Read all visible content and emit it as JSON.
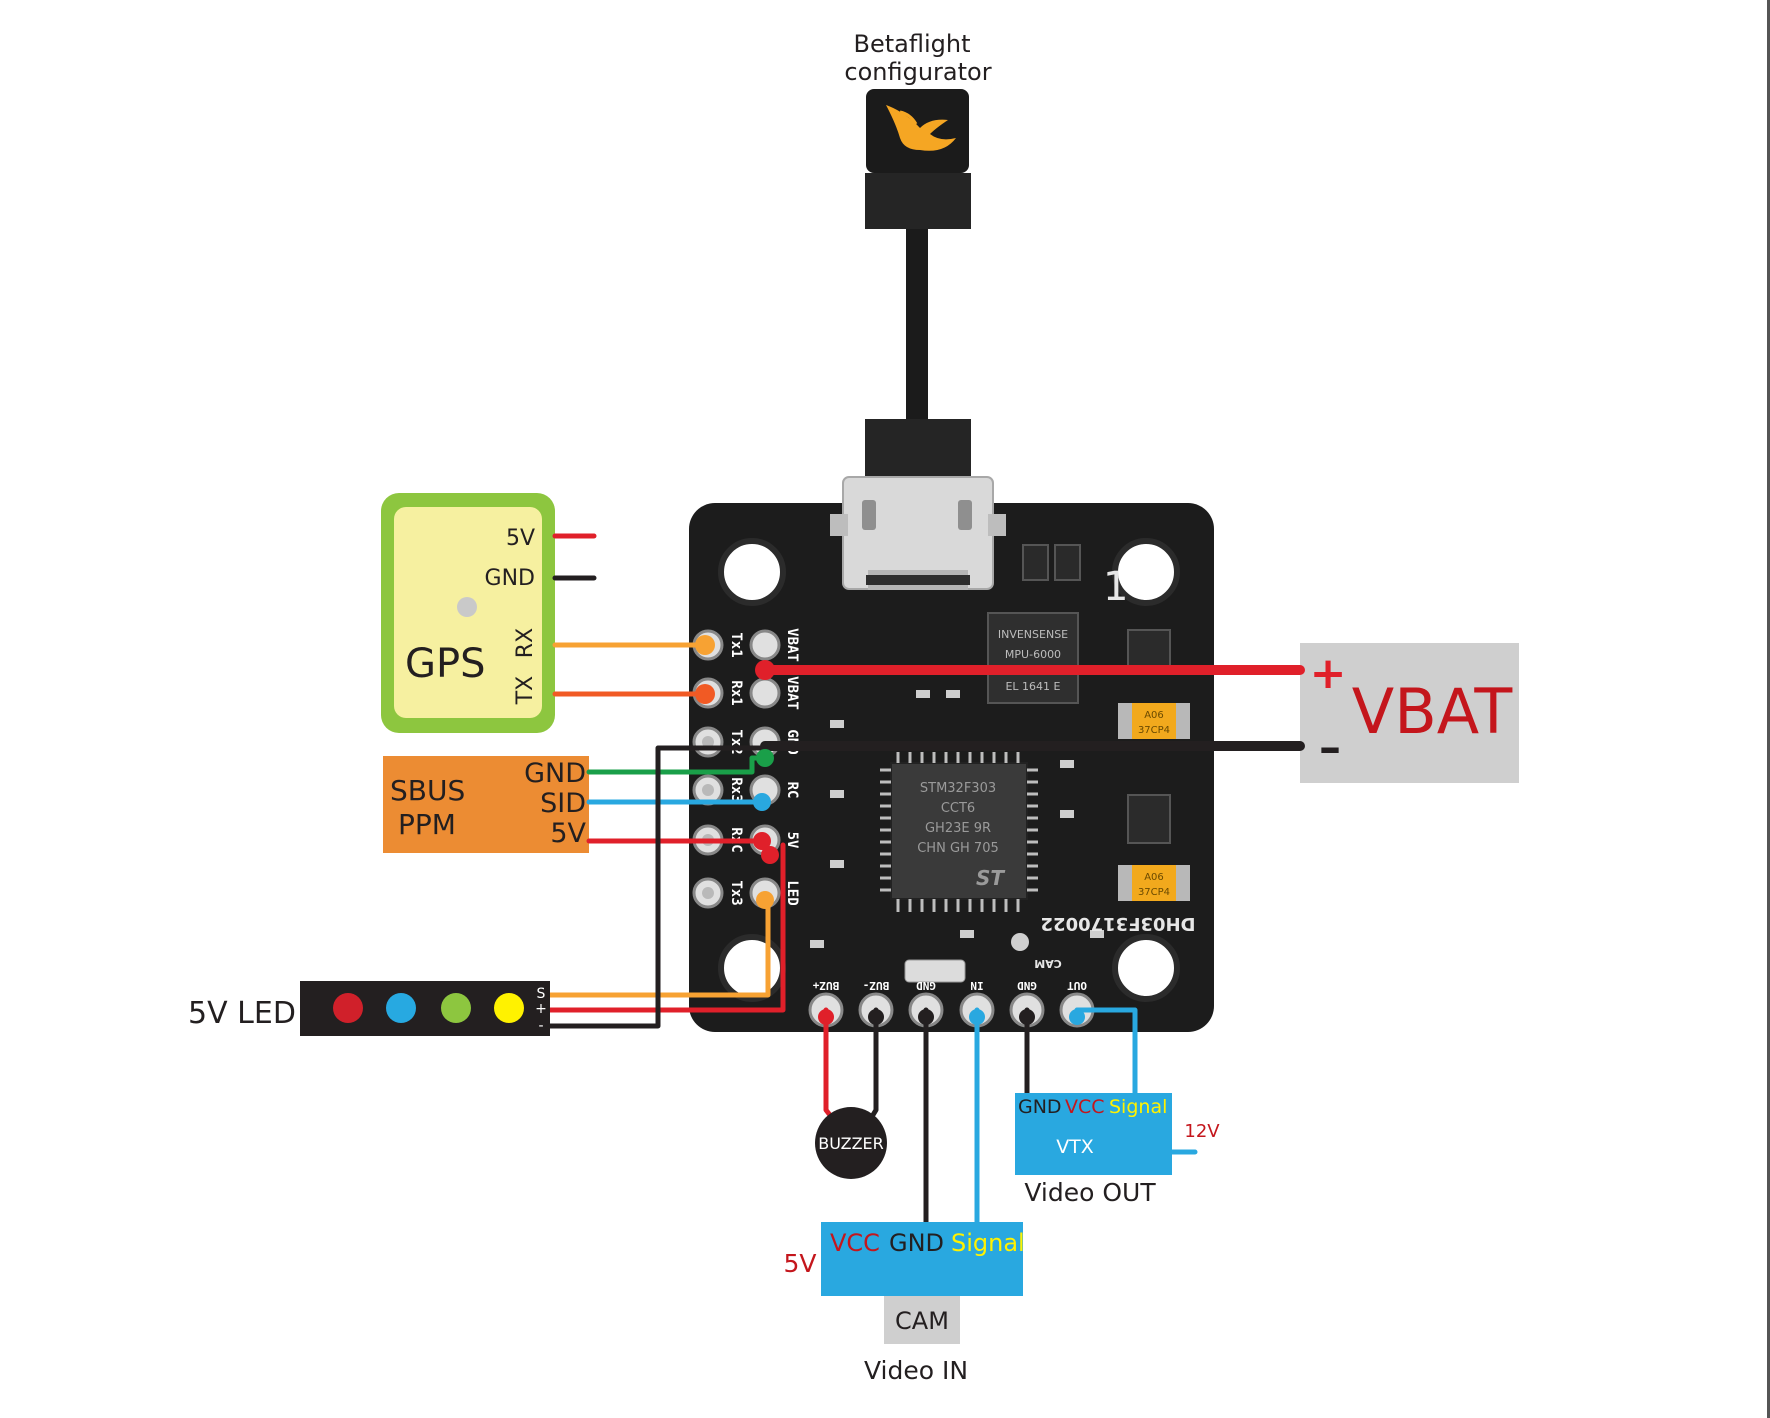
{
  "configurator": {
    "line1": "Betaflight",
    "line2": "configurator"
  },
  "gps": {
    "title": "GPS",
    "pin_5v": "5V",
    "pin_gnd": "GND",
    "pin_rx": "RX",
    "pin_tx": "TX"
  },
  "receiver": {
    "line1": "SBUS",
    "line2": "PPM",
    "pin_gnd": "GND",
    "pin_sid": "SID",
    "pin_5v": "5V"
  },
  "vbat": {
    "label": "VBAT",
    "plus": "+",
    "minus": "–"
  },
  "led": {
    "label": "5V LED",
    "pin_s": "S",
    "pin_plus": "+",
    "pin_minus": "-",
    "colors": [
      "#d0202a",
      "#27a9e1",
      "#8dc63f",
      "#fff200"
    ]
  },
  "board": {
    "left_pins": [
      "Tx1",
      "Rx1",
      "Tx2",
      "Rx3",
      "RxC",
      "Tx3"
    ],
    "right_pins": [
      "VBAT",
      "VBAT",
      "GND",
      "RC",
      "5V",
      "LED"
    ],
    "bottom_pins": [
      "BUZ+",
      "BUZ-",
      "GND",
      "IN",
      "GND",
      "OUT"
    ],
    "imu_line1": "INVENSENSE",
    "imu_line2": "MPU-6000",
    "imu_line3": "EL 1641 E",
    "mcu_line1": "STM32F303",
    "mcu_line2": "CCT6",
    "mcu_line3": "GH23E 9R",
    "mcu_line4": "CHN GH 705",
    "serial": "DH03F3170022",
    "cap_label": "A06",
    "cap_code": "37CP4",
    "cam_mark": "CAM",
    "arrow_mark": "1"
  },
  "buzzer": {
    "label": "BUZZER"
  },
  "vtx": {
    "gnd": "GND",
    "vcc": "VCC",
    "signal": "Signal",
    "title": "VTX",
    "voltage": "12V",
    "caption": "Video OUT"
  },
  "camera": {
    "vcc": "VCC",
    "gnd": "GND",
    "signal": "Signal",
    "title": "CAM",
    "voltage": "5V",
    "caption": "Video IN"
  },
  "colors": {
    "red": "#e0202a",
    "black": "#231f20",
    "orange": "#f7a233",
    "orange_dark": "#f15a24",
    "green": "#1a9f49",
    "blue": "#29a8e0",
    "board": "#1c1c1c",
    "gps_outer": "#8dc63f",
    "gps_inner": "#f6f0a0",
    "rx_box": "#ec8c33",
    "vbat_box": "#cfcfcf",
    "video_box": "#29a8e0"
  }
}
